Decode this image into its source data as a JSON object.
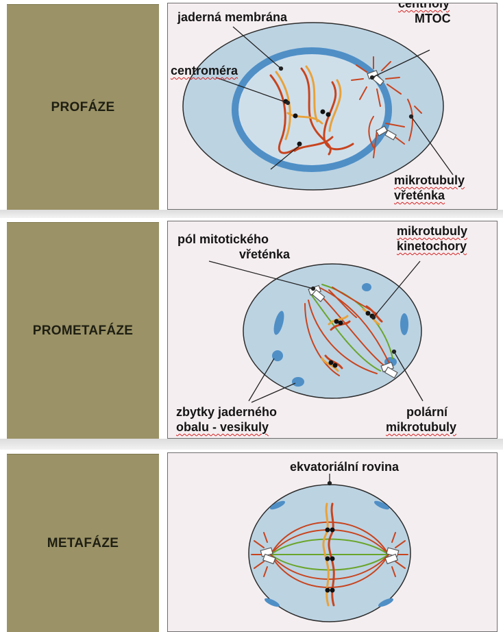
{
  "stages": [
    {
      "name": "PROFÁZE",
      "labels": {
        "nuclear_membrane": "jaderná membrána",
        "centrioles": "centrioly",
        "mtoc": "MTOC",
        "centromere": "centroméra",
        "microtubules_1": "mikrotubuly",
        "microtubules_2": "vřeténka"
      }
    },
    {
      "name": "PROMETAFÁZE",
      "labels": {
        "spindle_pole_1": "pól mitotického",
        "spindle_pole_2": "vřeténka",
        "kinetochore_mt_1": "mikrotubuly",
        "kinetochore_mt_2": "kinetochory",
        "envelope_remnants_1": "zbytky jaderného",
        "envelope_remnants_2": "obalu - vesikuly",
        "polar_mt_1": "polární",
        "polar_mt_2": "mikrotubuly"
      }
    },
    {
      "name": "METAFÁZE",
      "labels": {
        "equatorial_plane": "ekvatoriální rovina"
      }
    }
  ],
  "colors": {
    "stage_bg": "#9b9267",
    "panel_bg": "#f5eef0",
    "cell_fill": "#bcd3e2",
    "membrane": "#4f8fc6",
    "fiber_red": "#c8441e",
    "fiber_green": "#6aa52a",
    "chromosome": "#e8a23a"
  }
}
